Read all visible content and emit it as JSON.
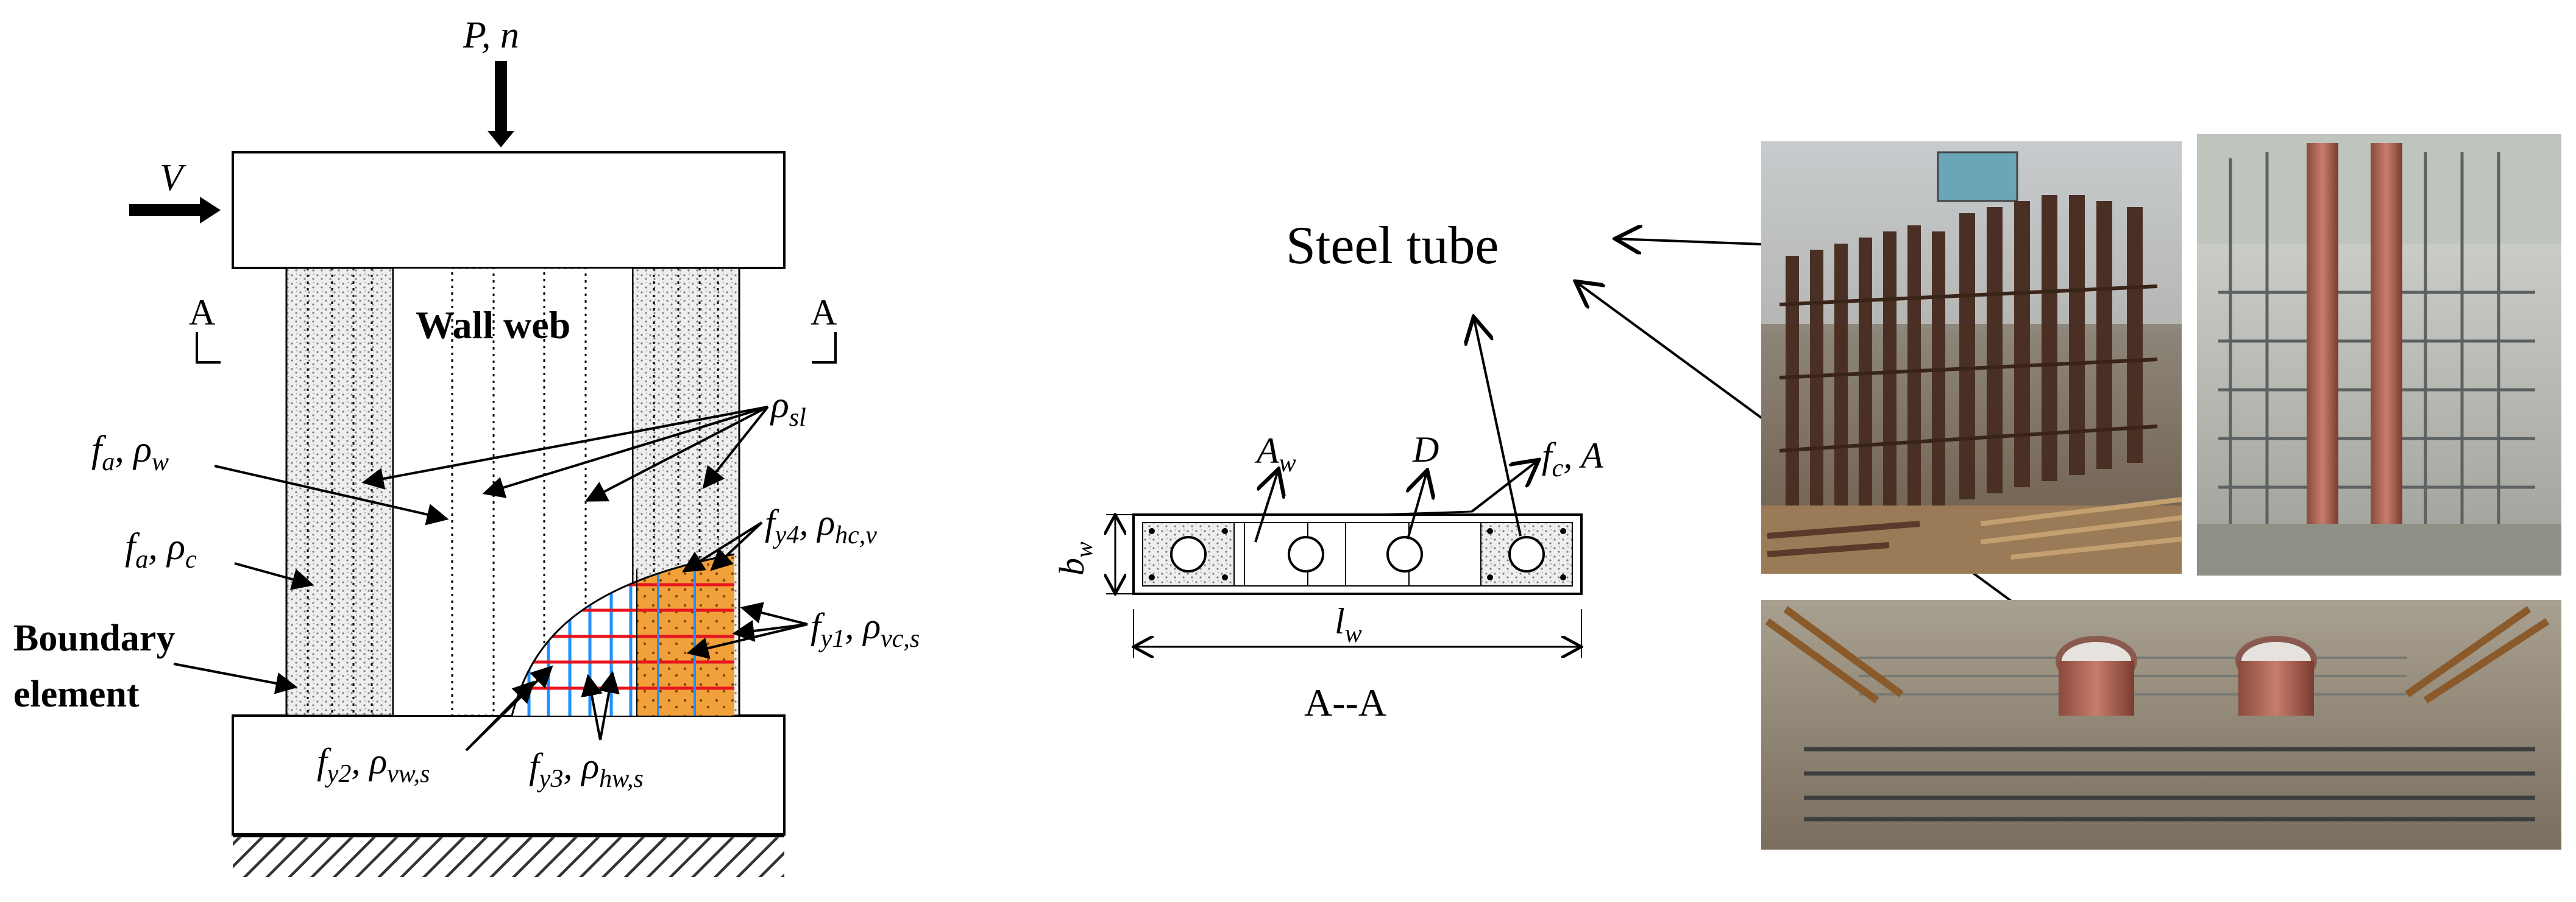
{
  "wall_diagram": {
    "load_top": "P, n",
    "load_left": "V",
    "section_mark_left": "A",
    "section_mark_right": "A",
    "web_label": "Wall web",
    "rho_sl": "ρ",
    "rho_sl_sub": "sl",
    "fa_rho_w": {
      "f": "f",
      "f_sub": "a",
      "sep": ", ",
      "r": "ρ",
      "r_sub": "w"
    },
    "fa_rho_c": {
      "f": "f",
      "f_sub": "a",
      "sep": ", ",
      "r": "ρ",
      "r_sub": "c"
    },
    "boundary_line1": "Boundary",
    "boundary_line2": "element",
    "fy4": {
      "f": "f",
      "f_sub": "y4",
      "sep": ", ",
      "r": "ρ",
      "r_sub": "hc,v"
    },
    "fy1": {
      "f": "f",
      "f_sub": "y1",
      "sep": ", ",
      "r": "ρ",
      "r_sub": "vc,s"
    },
    "fy2": {
      "f": "f",
      "f_sub": "y2",
      "sep": ", ",
      "r": "ρ",
      "r_sub": "vw,s"
    },
    "fy3": {
      "f": "f",
      "f_sub": "y3",
      "sep": ", ",
      "r": "ρ",
      "r_sub": "hw,s"
    }
  },
  "section": {
    "steel_tube": "Steel tube",
    "aw": "A",
    "aw_sub": "w",
    "d": "D",
    "fc": "f",
    "fc_sub": "c",
    "fc_rest": ", A",
    "bw": "b",
    "bw_sub": "w",
    "lw": "l",
    "lw_sub": "w",
    "title": "A--A"
  },
  "colors": {
    "grid_blue": "#1e90ff",
    "grid_red": "#e8141e",
    "orange_fill": "#f2a03a",
    "stipple": "#9a9a9a"
  }
}
